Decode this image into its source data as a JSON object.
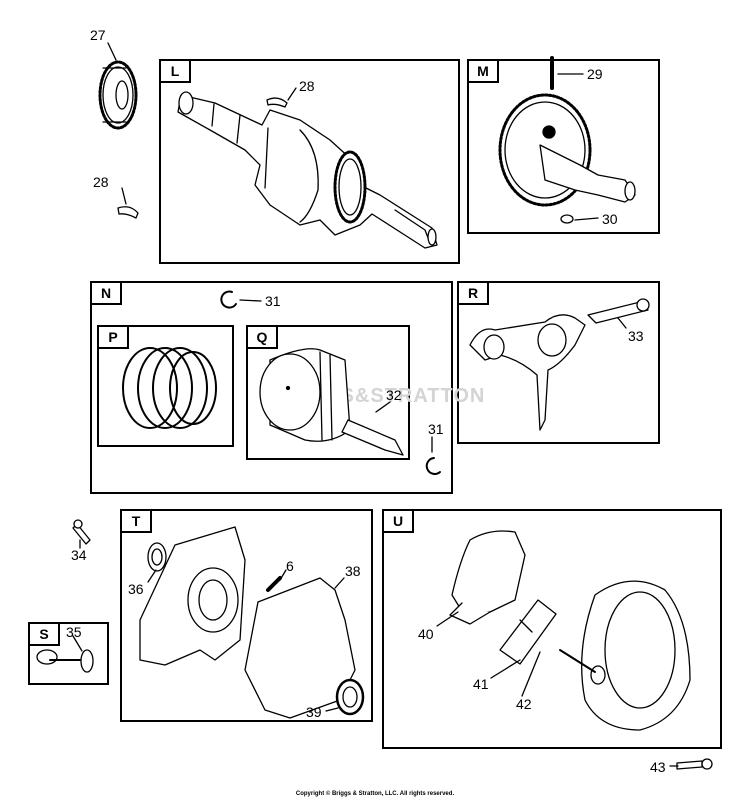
{
  "boxes": {
    "L": "L",
    "M": "M",
    "N": "N",
    "P": "P",
    "Q": "Q",
    "R": "R",
    "S": "S",
    "T": "T",
    "U": "U"
  },
  "callouts": {
    "c27": "27",
    "c28a": "28",
    "c28b": "28",
    "c29": "29",
    "c30": "30",
    "c31a": "31",
    "c31b": "31",
    "c32": "32",
    "c33": "33",
    "c34": "34",
    "c35": "35",
    "c36": "36",
    "c6": "6",
    "c38": "38",
    "c39": "39",
    "c40": "40",
    "c41": "41",
    "c42": "42",
    "c43": "43"
  },
  "watermark": "BRIGGS&STRATTON",
  "copyright": "Copyright © Briggs & Stratton, LLC. All rights reserved."
}
